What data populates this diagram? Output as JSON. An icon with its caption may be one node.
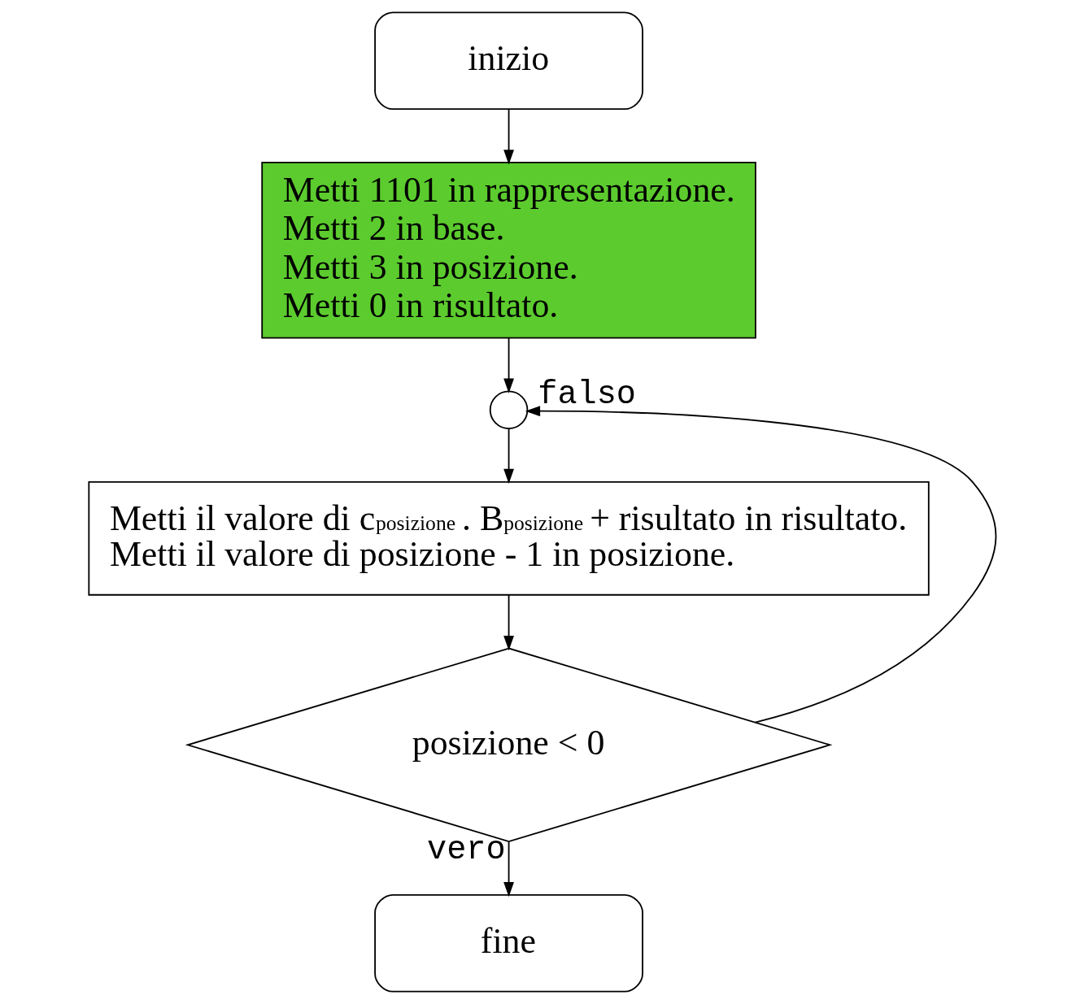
{
  "diagram": {
    "nodes": [
      {
        "text": [
          "inizio"
        ]
      },
      {
        "text": [
          "Metti 1101 in rappresentazione.",
          "Metti 2 in base.",
          "Metti 3 in posizione.",
          "Metti 0 in risultato."
        ]
      },
      {
        "text": [],
        "shape": "circle"
      },
      {
        "text": [
          "Metti il valore di c$_{posizione}$ . B$^{posizione}$ + risultato in risultato.",
          "Metti il valore di posizione - 1 in posizione."
        ]
      },
      {
        "text": [
          "posizione < 0"
        ]
      },
      {
        "text": [
          "fine"
        ]
      }
    ],
    "edges": [
      {
        "from": 0,
        "to": 1,
        "arrow": "to"
      },
      {
        "from": 1,
        "to": 2,
        "arrow": "to"
      },
      {
        "from": 2,
        "to": 3,
        "arrow": "to"
      },
      {
        "from": 3,
        "to": 4,
        "arrow": "to"
      },
      {
        "from": 4,
        "to": 2,
        "arrow": "to",
        "label": "falso"
      },
      {
        "from": 4,
        "to": 5,
        "arrow": "to",
        "label": "vero"
      }
    ]
  }
}
